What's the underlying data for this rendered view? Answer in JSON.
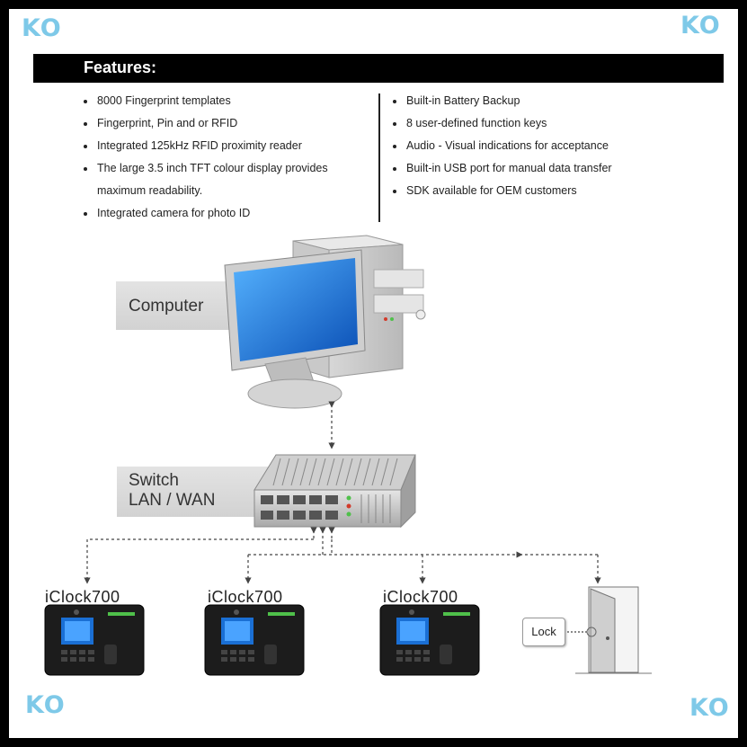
{
  "watermark": "KO",
  "features": {
    "title": "Features:",
    "left": [
      "8000 Fingerprint templates",
      "Fingerprint, Pin and or RFID",
      "Integrated 125kHz RFID proximity reader",
      "The large 3.5 inch TFT colour display provides",
      "maximum readability.",
      "Integrated camera for photo ID"
    ],
    "right": [
      "Built-in Battery Backup",
      "8 user-defined function keys",
      "Audio - Visual indications for acceptance",
      "Built-in USB port for manual data transfer",
      "SDK available for OEM customers"
    ]
  },
  "diagram": {
    "computer_label": "Computer",
    "switch_label_line1": "Switch",
    "switch_label_line2": "LAN / WAN",
    "devices": [
      {
        "name": "iClock700"
      },
      {
        "name": "iClock700"
      },
      {
        "name": "iClock700"
      }
    ],
    "lock_label": "Lock",
    "colors": {
      "screen": "#1a6fd4",
      "led_green": "#4fc04a",
      "led_red": "#d23a2a"
    }
  }
}
